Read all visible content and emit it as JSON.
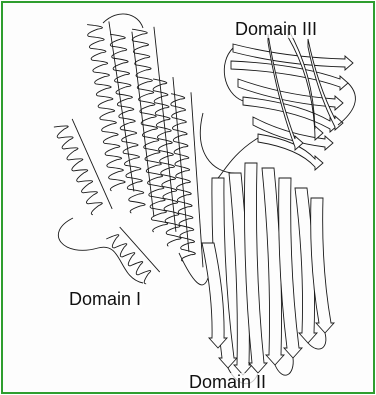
{
  "figure": {
    "labels": {
      "domain_iii": "Domain III",
      "domain_i": "Domain I",
      "domain_ii": "Domain II"
    },
    "colors": {
      "frame": "#2f9e2f",
      "ink": "#1a1a1a",
      "paper": "#fdfdfd"
    }
  }
}
